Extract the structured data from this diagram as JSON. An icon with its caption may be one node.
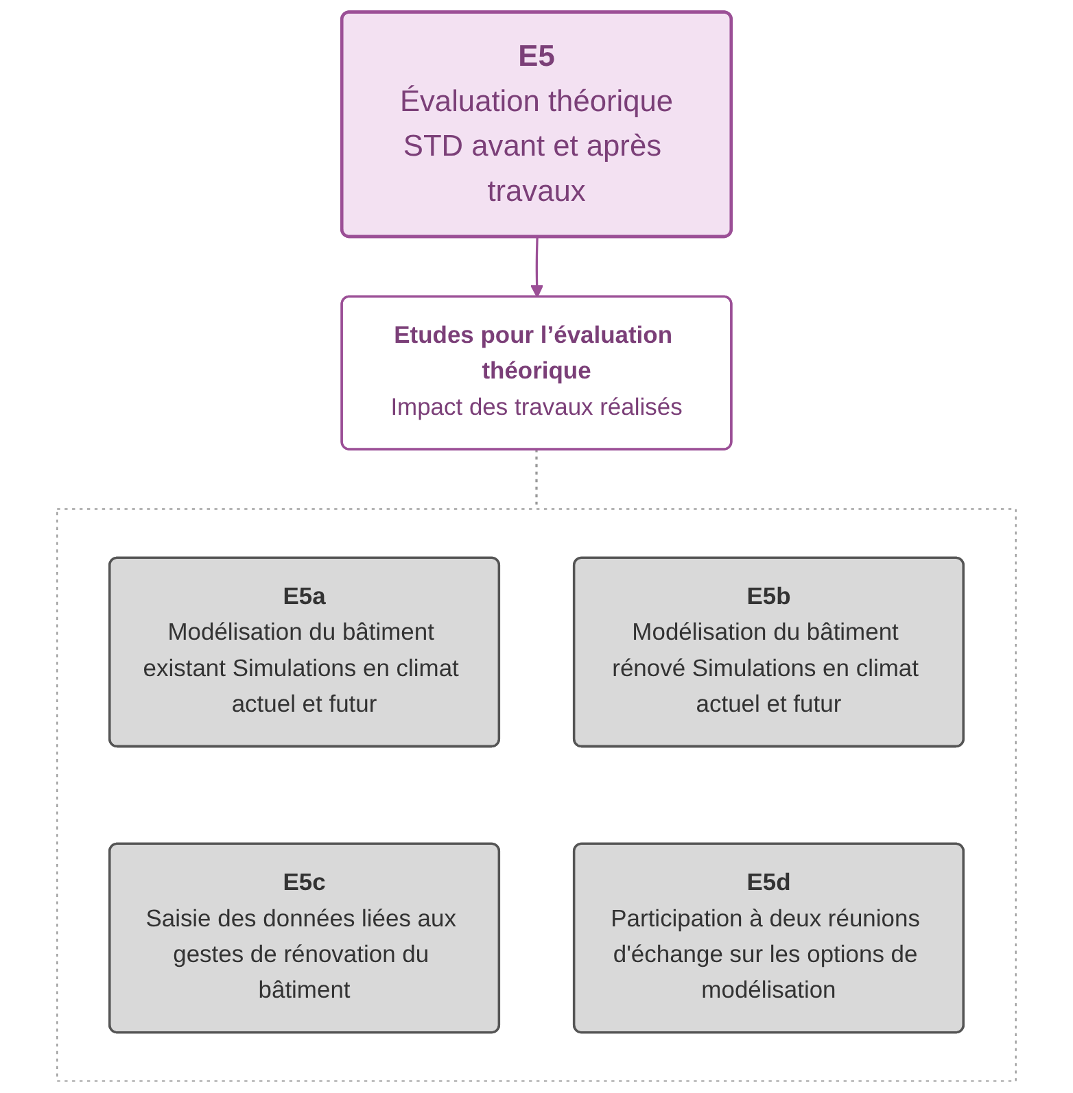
{
  "diagram": {
    "nodes": [
      {
        "text": [
          "E5",
          "Évaluation théorique",
          "STD avant et après travaux"
        ]
      },
      {
        "text": [
          "Etudes pour l’évaluation théorique",
          "Impact des travaux réalisés"
        ]
      },
      {
        "text": [],
        "shape": "box"
      },
      {
        "text": [
          "E5a",
          "Modélisation du bâtiment existant Simulations en climat actuel et futur"
        ],
        "in": 2
      },
      {
        "text": [
          "E5b",
          "Modélisation du bâtiment rénové Simulations en climat actuel et futur"
        ],
        "in": 2
      },
      {
        "text": [
          "E5c",
          "Saisie des données liées aux gestes de rénovation du bâtiment"
        ],
        "in": 2
      },
      {
        "text": [
          "E5d",
          "Participation à deux réunions d'échange sur les options de modélisation"
        ],
        "in": 2
      }
    ],
    "edges": [
      {
        "from": 0,
        "to": 1,
        "arrow": "to"
      },
      {
        "from": 1,
        "to": 2,
        "arrow": "none",
        "style": "dashed"
      }
    ]
  }
}
